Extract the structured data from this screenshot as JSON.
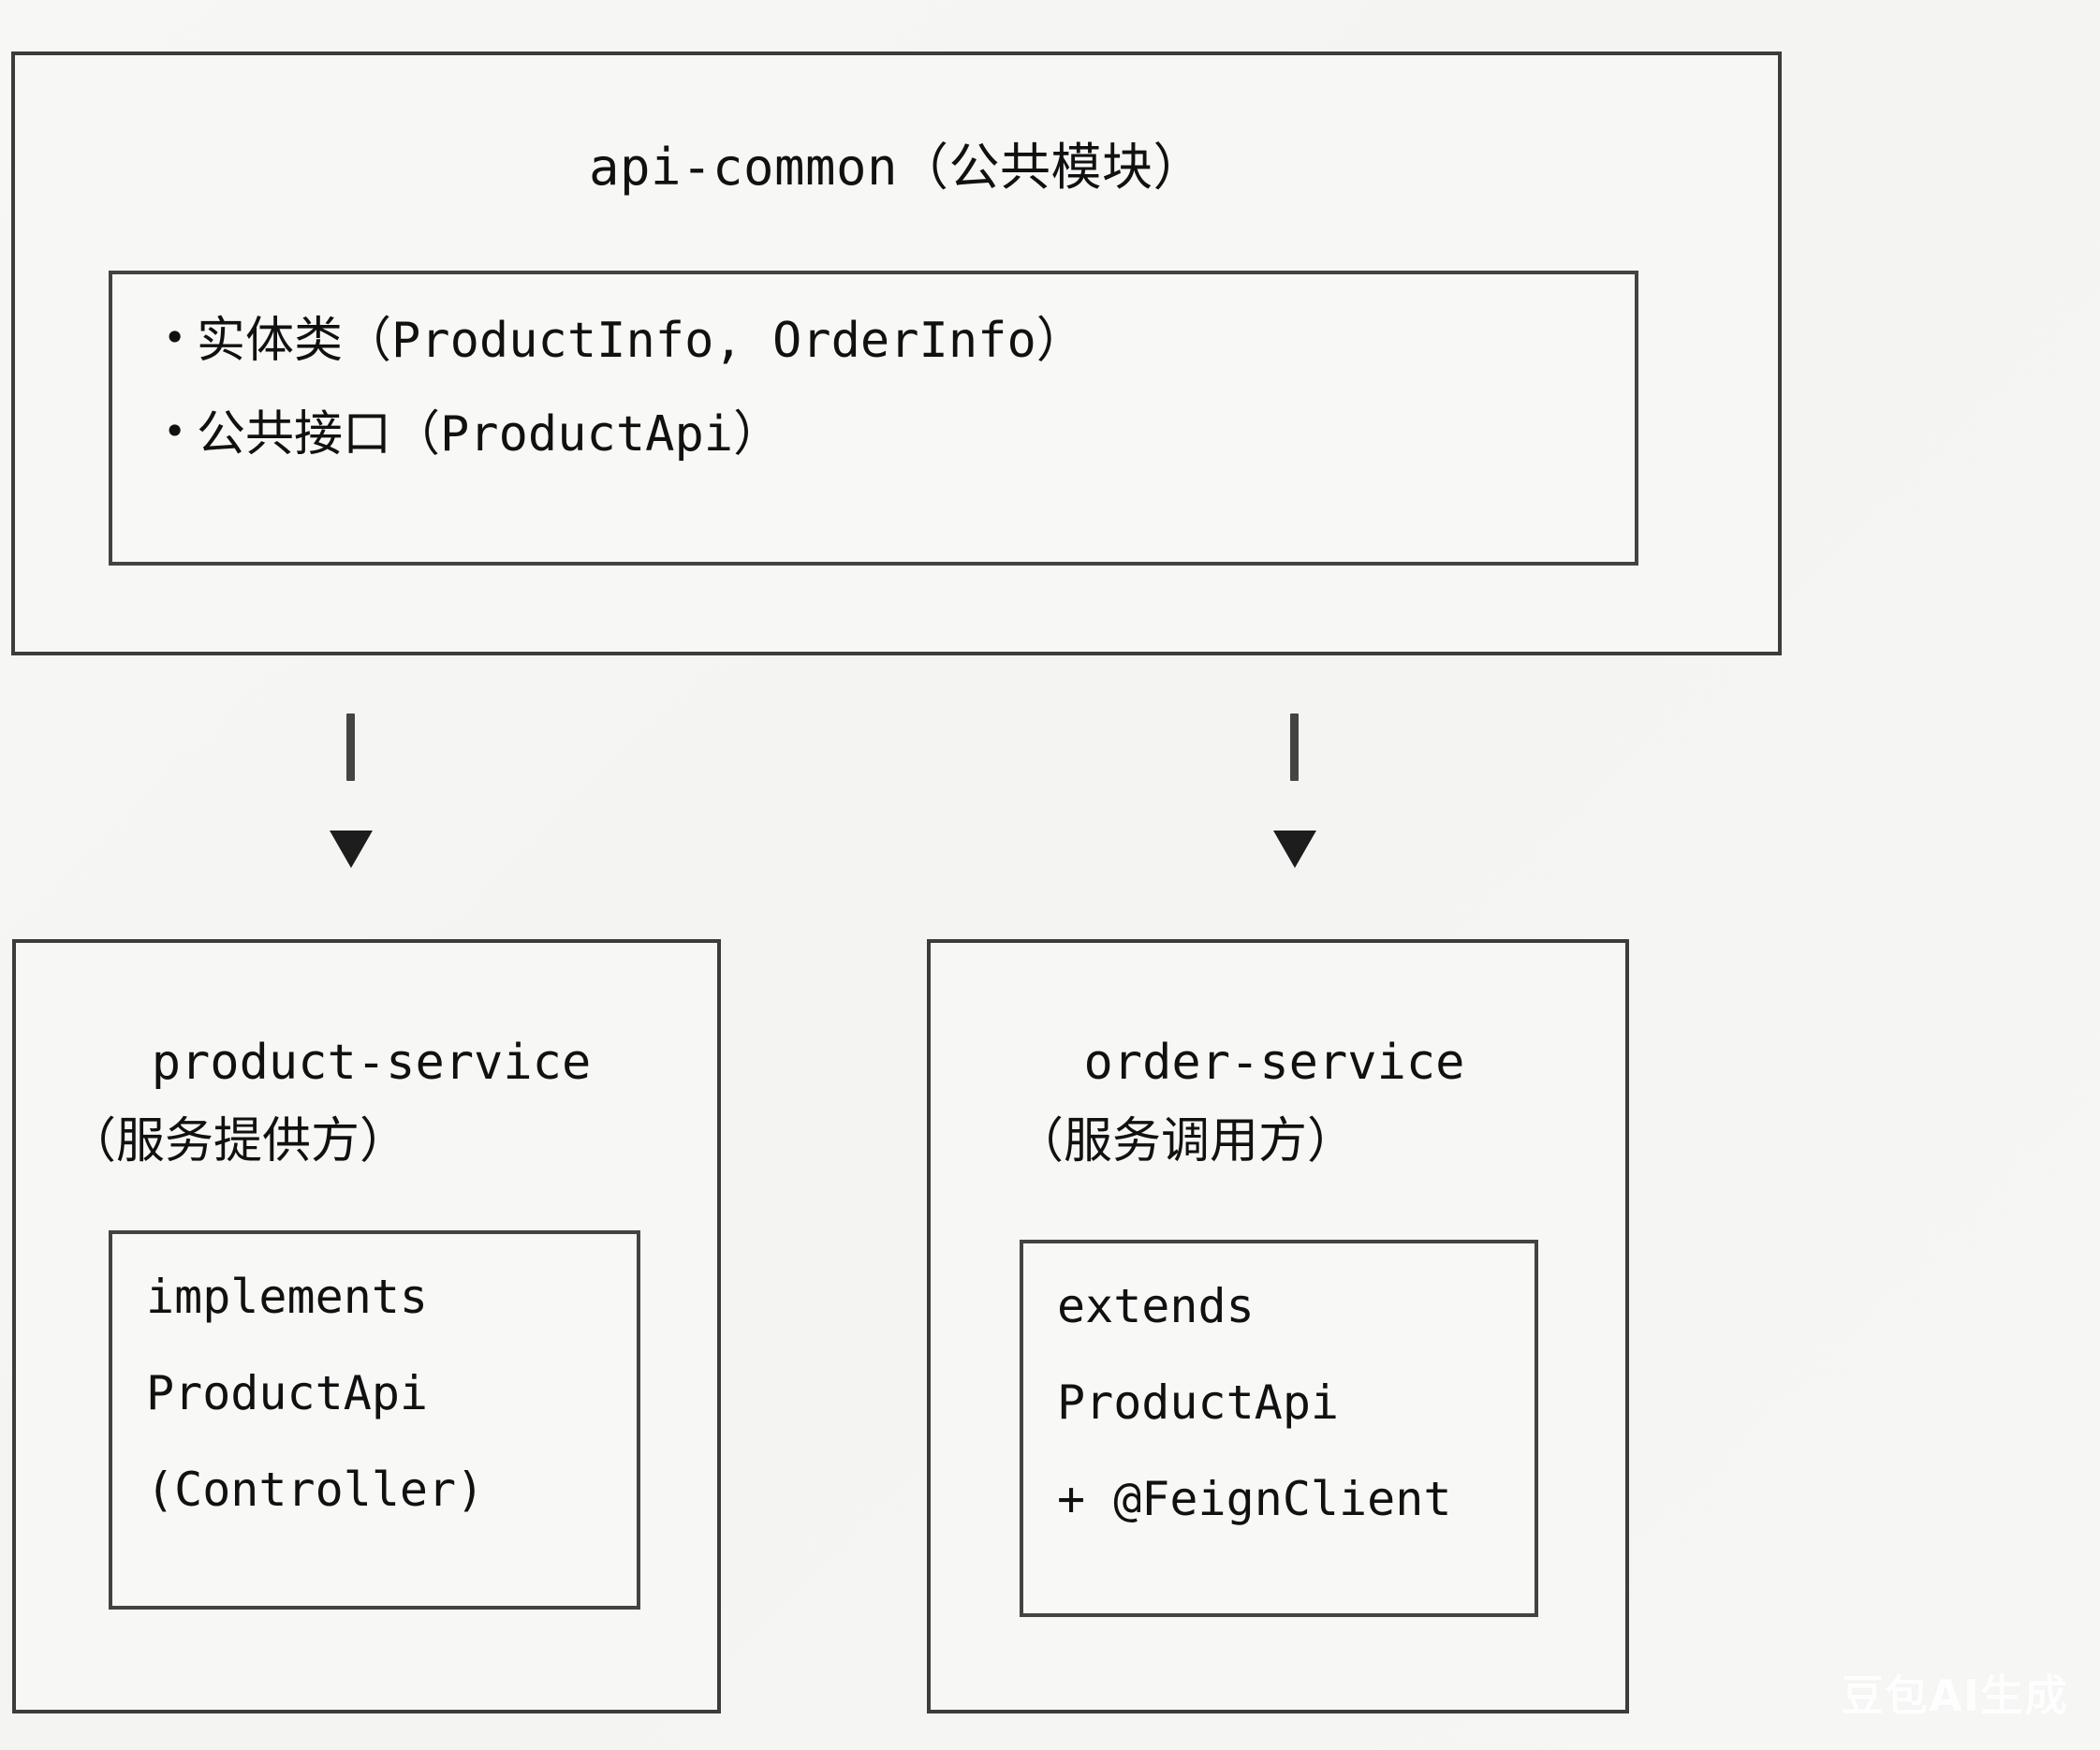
{
  "diagram": {
    "background_color": "#f5f5f3",
    "border_color": "#3c3c3c",
    "text_color": "#111111"
  },
  "common_module": {
    "title": "api-common（公共模块）",
    "bullet_glyph": "•",
    "items": [
      {
        "text": "实体类（ProductInfo, OrderInfo）"
      },
      {
        "text": "公共接口（ProductApi）"
      }
    ]
  },
  "connectors": [
    {
      "name": "to-product-service",
      "glyph": "▼"
    },
    {
      "name": "to-order-service",
      "glyph": "▼"
    }
  ],
  "services": [
    {
      "name": "product-service",
      "title": "product-service",
      "subtitle": "（服务提供方）",
      "detail_lines": [
        "implements",
        "ProductApi",
        "(Controller)"
      ]
    },
    {
      "name": "order-service",
      "title": "order-service",
      "subtitle": "（服务调用方）",
      "detail_lines": [
        "extends",
        "ProductApi",
        "+ @FeignClient"
      ]
    }
  ],
  "watermark": {
    "text": "豆包AI生成"
  }
}
